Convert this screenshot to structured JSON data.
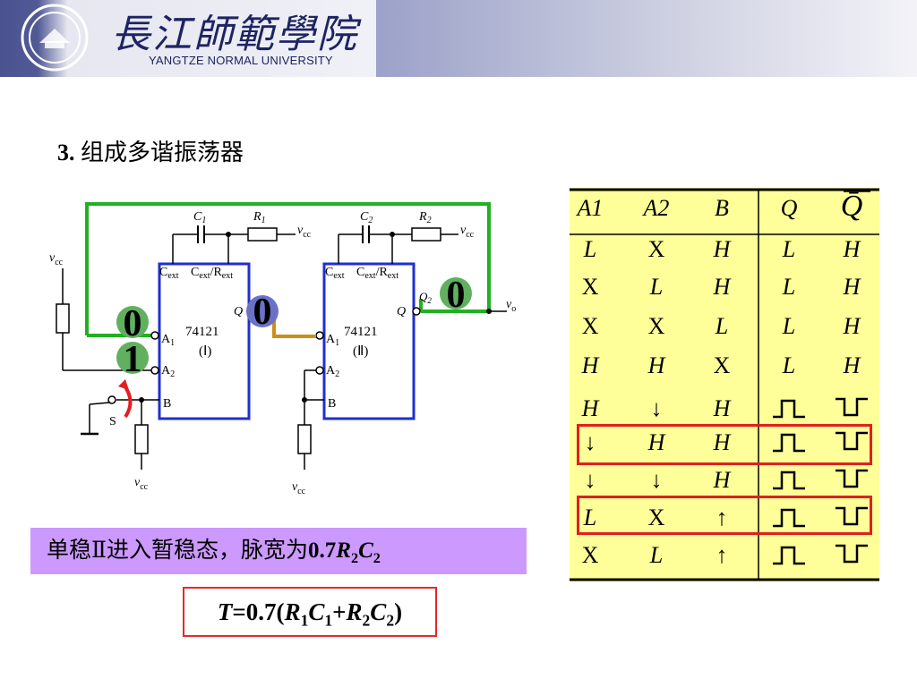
{
  "header": {
    "university_cn": "長江師範學院",
    "university_en": "YANGTZE NORMAL UNIVERSITY"
  },
  "slide": {
    "title_number": "3.",
    "title_text": "组成多谐振荡器"
  },
  "circuit": {
    "vcc": "cc",
    "chip1": {
      "model": "74121",
      "label": "(Ⅰ)"
    },
    "chip2": {
      "model": "74121",
      "label": "(Ⅱ)"
    },
    "pins": {
      "a1": "A",
      "a2": "A",
      "b": "B",
      "q": "Q",
      "cext": "C",
      "cext_rext": "C",
      "rext": "R"
    },
    "c1": "C",
    "r1": "R",
    "c2": "C",
    "r2": "R",
    "q2": "Q",
    "vo": "o",
    "switch": "S",
    "state_q1": "0",
    "state_a1": "0",
    "state_a2": "1",
    "state_q2": "0"
  },
  "truth_table": {
    "headers": [
      "A1",
      "A2",
      "B",
      "Q",
      "Q̄"
    ],
    "rows": [
      [
        "L",
        "X",
        "H",
        "L",
        "H"
      ],
      [
        "X",
        "L",
        "H",
        "L",
        "H"
      ],
      [
        "X",
        "X",
        "L",
        "L",
        "H"
      ],
      [
        "H",
        "H",
        "X",
        "L",
        "H"
      ],
      [
        "H",
        "↓",
        "H",
        "⎍",
        "⎍"
      ],
      [
        "↓",
        "H",
        "H",
        "⎍",
        "⎍"
      ],
      [
        "↓",
        "↓",
        "H",
        "⎍",
        "⎍"
      ],
      [
        "L",
        "X",
        "↑",
        "⎍",
        "⎍"
      ],
      [
        "X",
        "L",
        "↑",
        "⎍",
        "⎍"
      ]
    ]
  },
  "notes": {
    "monostable": "单稳Ⅱ进入暂稳态，脉宽为",
    "pulse_width": "0.7",
    "formula_t": "T",
    "formula_eq": "=0.7("
  },
  "colors": {
    "wire_green": "#22b022",
    "chip_blue": "#1f2fd0",
    "highlight_red": "#e02020",
    "table_bg": "#ffff99",
    "note_bg": "#cc99ff",
    "wire_orange": "#c8901a"
  }
}
